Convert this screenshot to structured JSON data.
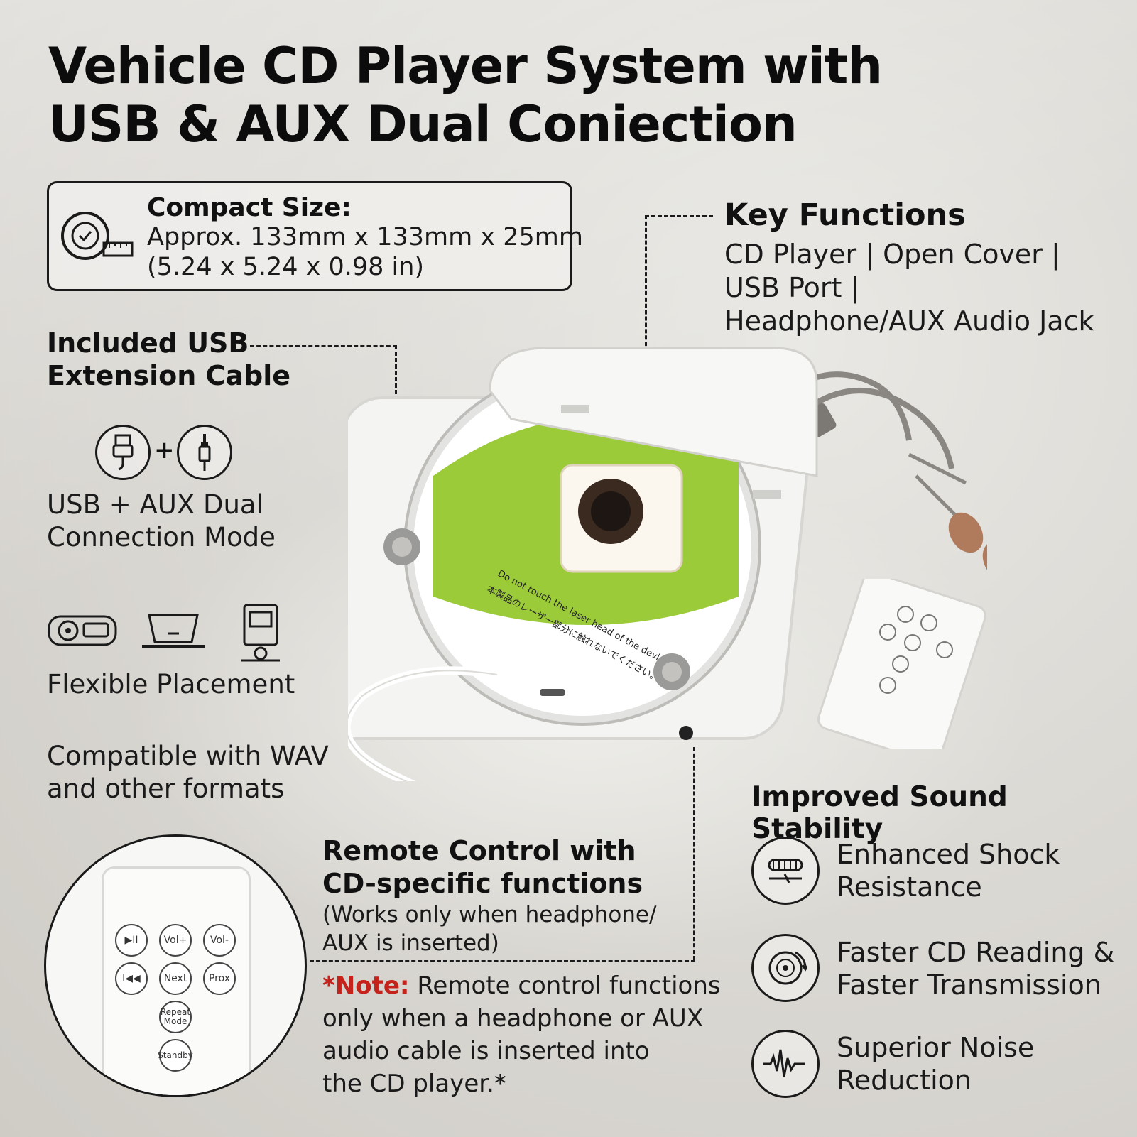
{
  "title": {
    "line1": "Vehicle CD Player System with",
    "line2": "USB & AUX Dual Coniection"
  },
  "compact": {
    "title": "Compact Size:",
    "line1": "Approx. 133mm x 133mm x 25mm",
    "line2": "(5.24 x 5.24 x 0.98 in)"
  },
  "key_functions": {
    "title": "Key Functions",
    "line1": "CD Player | Open Cover |",
    "line2": "USB Port |",
    "line3": "Headphone/AUX Audio Jack"
  },
  "left_features": {
    "usb_cable_line1": "Included USB",
    "usb_cable_line2": "Extension Cable",
    "dual_line1": "USB + AUX Dual",
    "dual_line2": "Connection Mode",
    "plus": "+",
    "placement": "Flexible Placement",
    "compat_line1": "Compatible with WAV",
    "compat_line2": "and other formats"
  },
  "remote": {
    "title_line1": "Remote Control with",
    "title_line2": "CD-specific functions",
    "sub_line1": "(Works only when headphone/",
    "sub_line2": "AUX is inserted)",
    "buttons": {
      "play": "▶II",
      "vol_up": "Vol+",
      "vol_down": "Vol-",
      "prev": "I◀◀",
      "next": "Next",
      "prox": "Prox",
      "repeat": "Repeat Mode",
      "standby": "Standby"
    }
  },
  "note": {
    "label": "*Note:",
    "line1": " Remote control functions",
    "line2": "only when a headphone or AUX",
    "line3": "audio cable is inserted into",
    "line4": "the CD player.*"
  },
  "stability": {
    "title": "Improved Sound Stability",
    "item1_line1": "Enhanced Shock",
    "item1_line2": "Resistance",
    "item2_line1": "Faster CD Reading &",
    "item2_line2": "Faster Transmission",
    "item3_line1": "Superior Noise",
    "item3_line2": "Reduction"
  },
  "disc": {
    "warning_line1": "Do not touch the laser head of the device.",
    "warning_line2": "本製品のレーザー部分に触れないでください。"
  },
  "colors": {
    "accent_green": "#9ccb3a",
    "note_red": "#c4221a",
    "text_dark": "#111111"
  }
}
